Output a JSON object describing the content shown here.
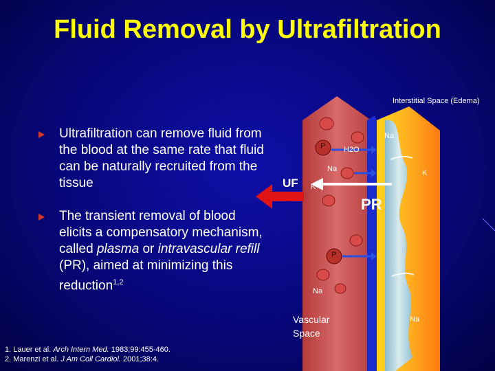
{
  "title": "Fluid Removal by Ultrafiltration",
  "bullets": [
    "Ultrafiltration can remove fluid from the blood at the same rate that fluid can be naturally recruited from the tissue",
    {
      "part1": "The transient removal of blood elicits a compensatory mechanism, called ",
      "em1": "plasma",
      "part2": " or ",
      "em2": "intravascular refill",
      "part3": " (PR), aimed at minimizing this reduction",
      "sup": "1,2"
    }
  ],
  "diagram": {
    "interstitial_label": "Interstitial Space (Edema)",
    "vascular_label": "Vascular Space",
    "uf_label": "UF",
    "pr_label": "PR",
    "p_label": "P",
    "h2o_label": "H2O",
    "na_label": "Na",
    "k_label": "K"
  },
  "references": [
    {
      "num": "1. Lauer et al. ",
      "journal": "Arch Intern Med.",
      "rest": " 1983;99:455-460."
    },
    {
      "num": "2. Marenzi et al. ",
      "journal": "J Am Coll Cardiol.",
      "rest": " 2001;38:4."
    }
  ],
  "colors": {
    "background": "#07077a",
    "title": "#ffff00",
    "vessel": "#c84a4a",
    "interstitial": "#ff9a1a",
    "arrow_uf": "#e01414",
    "arrow_pr": "#ffffff"
  }
}
